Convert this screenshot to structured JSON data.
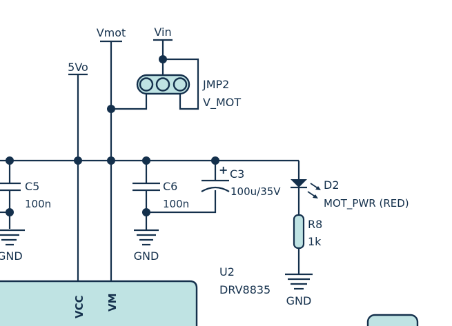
{
  "rails": {
    "vmot": "Vmot",
    "vin": "Vin",
    "v5": "5Vo"
  },
  "jumper": {
    "ref": "JMP2",
    "value": "V_MOT"
  },
  "capacitors": [
    {
      "ref": "C5",
      "value": "100n"
    },
    {
      "ref": "C6",
      "value": "100n"
    },
    {
      "ref": "C3",
      "value": "100u/35V",
      "polarity": "+"
    }
  ],
  "led": {
    "ref": "D2",
    "value": "MOT_PWR (RED)"
  },
  "resistor": {
    "ref": "R8",
    "value": "1k"
  },
  "grounds": [
    "GND",
    "GND",
    "GND"
  ],
  "ic": {
    "ref": "U2",
    "part": "DRV8835",
    "pins": [
      "VCC",
      "VM"
    ]
  },
  "colors": {
    "wire": "#14304c",
    "component_fill": "#bfe3e3",
    "background": "#ffffff"
  }
}
